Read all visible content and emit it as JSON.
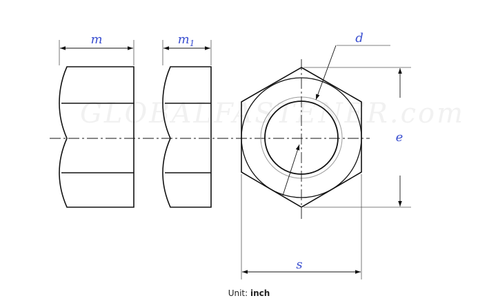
{
  "labels": {
    "thickness": "m",
    "thin_thickness_base": "m",
    "thin_thickness_sub": "1",
    "diameter": "d",
    "across_corners": "e",
    "across_flats": "s"
  },
  "watermark": "GLOBALFASTENER.com",
  "caption": {
    "prefix": "Unit:",
    "unit": "inch"
  },
  "colors": {
    "line": "#111111",
    "dimension_text": "#3a4fd0",
    "thin_line": "#555555"
  }
}
